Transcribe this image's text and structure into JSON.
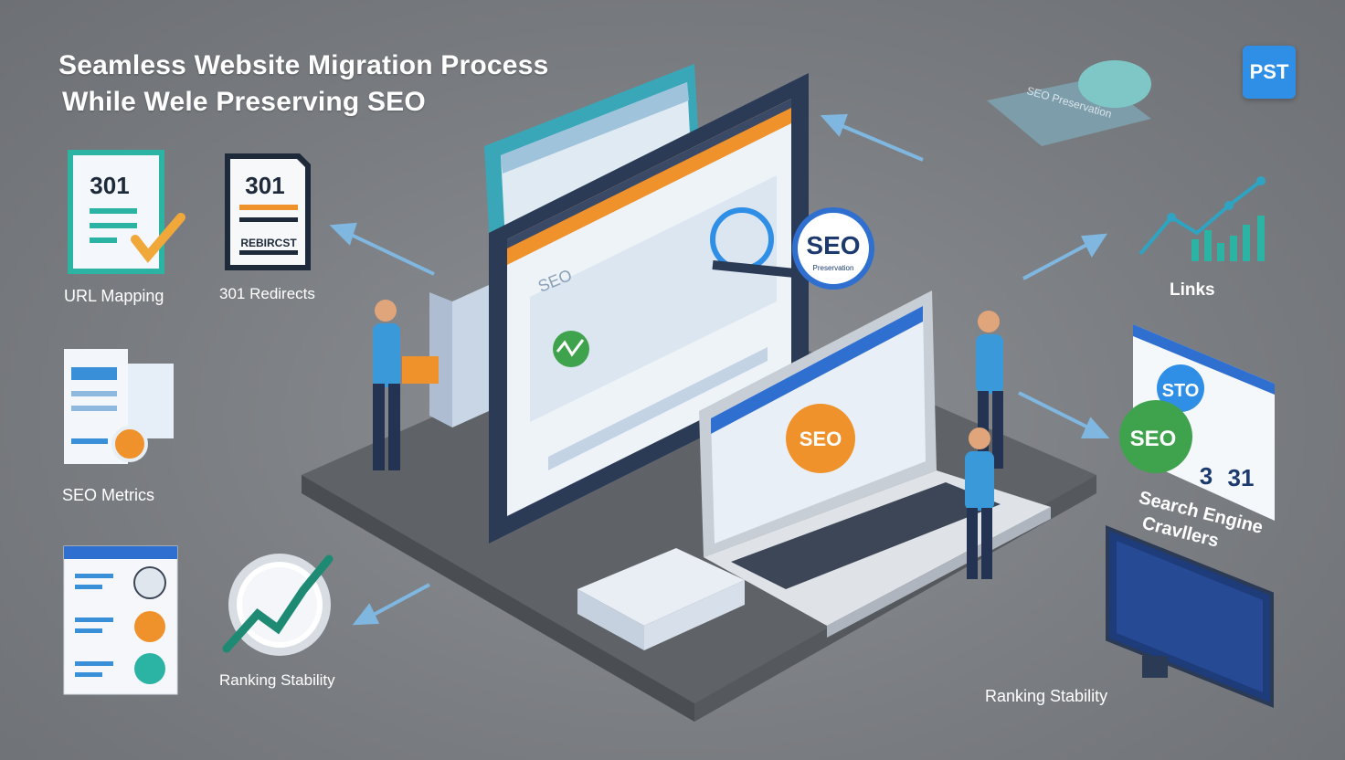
{
  "title": {
    "line1": "Seamless Website Migration Process",
    "line2": "While Wele Preserving SEO"
  },
  "badge": "PST",
  "cards": {
    "url_mapping": {
      "code": "301",
      "label": "URL Mapping"
    },
    "redirects": {
      "code": "301",
      "doc_text": "REBIRCST",
      "label": "301 Redirects"
    },
    "seo_metrics": {
      "label": "SEO Metrics"
    },
    "ranking_left": {
      "label": "Ranking Stability"
    }
  },
  "right": {
    "links_label": "Links",
    "crawler_line1": "Search Engine",
    "crawler_line2": "Cravllers",
    "ranking_label": "Ranking Stability",
    "cloud_caption": "SEO Preservation"
  },
  "center": {
    "seo_badge": "SEO",
    "seo_badge_sub": "Preservation",
    "panel_seo": "SEO",
    "panel_badge": "SEO",
    "circle1": "STO",
    "circle2": "SEO",
    "num1": "3",
    "num2": "31"
  },
  "colors": {
    "accent_orange": "#f0922b",
    "accent_blue": "#2f8fe6",
    "accent_green": "#3fa34d",
    "navy": "#2b3a55",
    "teal": "#2bb3a3"
  }
}
